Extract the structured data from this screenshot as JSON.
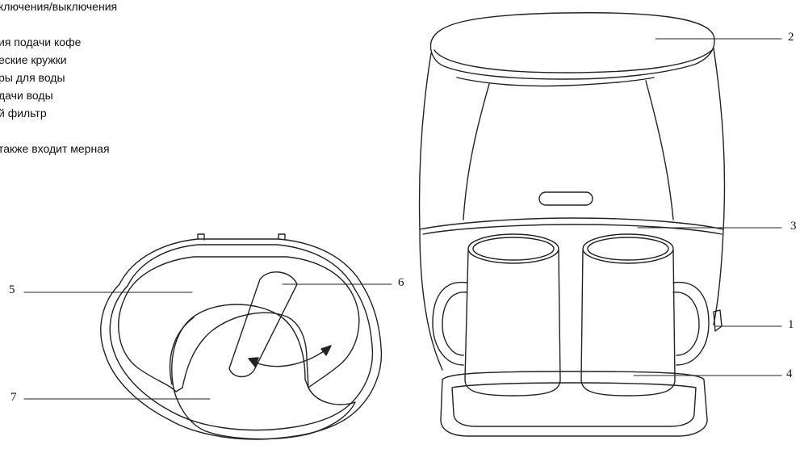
{
  "legend": {
    "items": [
      "ключения/выключения",
      "",
      "ия подачи кофе",
      "еские кружки",
      "ры для воды",
      "дачи воды",
      "й фильтр",
      "",
      "также входит мерная"
    ]
  },
  "callouts": {
    "n1": "1",
    "n2": "2",
    "n3": "3",
    "n4": "4",
    "n5": "5",
    "n6": "6",
    "n7": "7"
  }
}
